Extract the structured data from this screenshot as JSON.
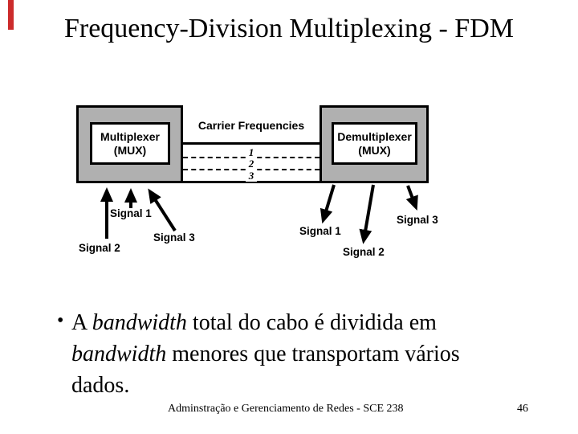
{
  "title": "Frequency-Division Multiplexing - FDM",
  "diagram": {
    "mux": {
      "line1": "Multiplexer",
      "line2": "(MUX)"
    },
    "demux": {
      "line1": "Demultiplexer",
      "line2": "(MUX)"
    },
    "carrier_label": "Carrier Frequencies",
    "channels": [
      "1",
      "2",
      "3"
    ],
    "left_signals": [
      "Signal 1",
      "Signal 2",
      "Signal 3"
    ],
    "right_signals": [
      "Signal 1",
      "Signal 2",
      "Signal 3"
    ],
    "colors": {
      "box_fill": "#b0b0b0",
      "outline": "#000000",
      "accent_mark": "#cc2b2b"
    }
  },
  "body": {
    "bullet_char": "•",
    "line1_pre": "A ",
    "line1_italic": "bandwidth",
    "line1_post": " total do cabo é dividida em",
    "line2_italic": "bandwidth",
    "line2_post": " menores que transportam vários",
    "line3": "dados."
  },
  "footer": {
    "course": "Adminstração e Gerenciamento de Redes - SCE 238",
    "page_number": "46"
  }
}
